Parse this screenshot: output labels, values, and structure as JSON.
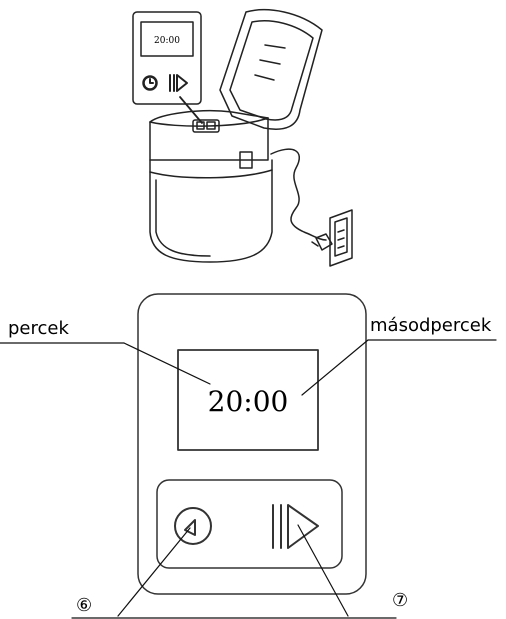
{
  "illustration": {
    "mini_display_time": "20:00",
    "icons": [
      "timer-icon",
      "play-icon",
      "power-plug-icon"
    ]
  },
  "panel": {
    "display_time": "20:00",
    "label_minutes": "percek",
    "label_seconds": "másodpercek",
    "callout_timer": "⑥",
    "callout_start": "⑦",
    "icons": [
      "timer-button-icon",
      "start-button-icon"
    ]
  }
}
